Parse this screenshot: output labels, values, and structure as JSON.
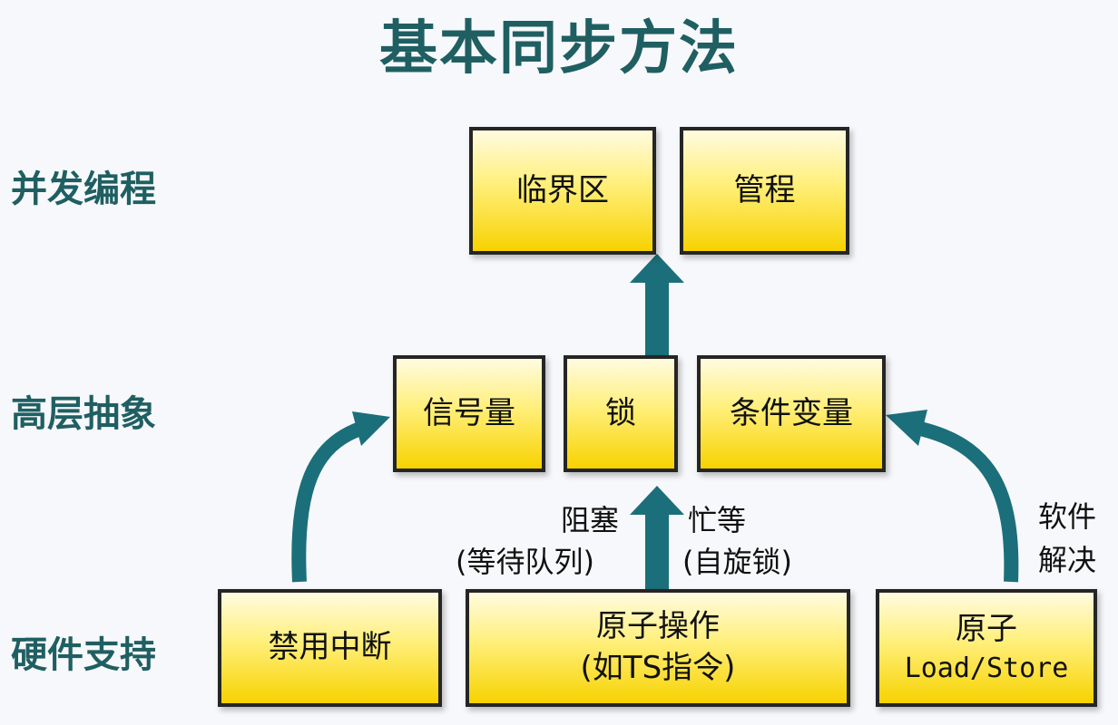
{
  "title": "基本同步方法",
  "layers": {
    "concurrent": "并发编程",
    "abstraction": "高层抽象",
    "hardware": "硬件支持"
  },
  "boxes": {
    "critical_section": "临界区",
    "monitor": "管程",
    "semaphore": "信号量",
    "lock": "锁",
    "condition_variable": "条件变量",
    "disable_interrupt": "禁用中断",
    "atomic_op_line1": "原子操作",
    "atomic_op_line2": "(如TS指令)",
    "atomic_ls_line1": "原子",
    "atomic_ls_line2": "Load/Store"
  },
  "notes": {
    "blocking_line1": "阻塞",
    "blocking_line2": "(等待队列)",
    "busy_wait_line1": "忙等",
    "busy_wait_line2": "(自旋锁)",
    "software_line1": "软件",
    "software_line2": "解决"
  },
  "colors": {
    "accent": "#1f5f62",
    "arrow": "#1b6f7a",
    "box_fill_top": "#fffbe0",
    "box_fill_bottom": "#f7d200",
    "box_border": "#252525"
  }
}
